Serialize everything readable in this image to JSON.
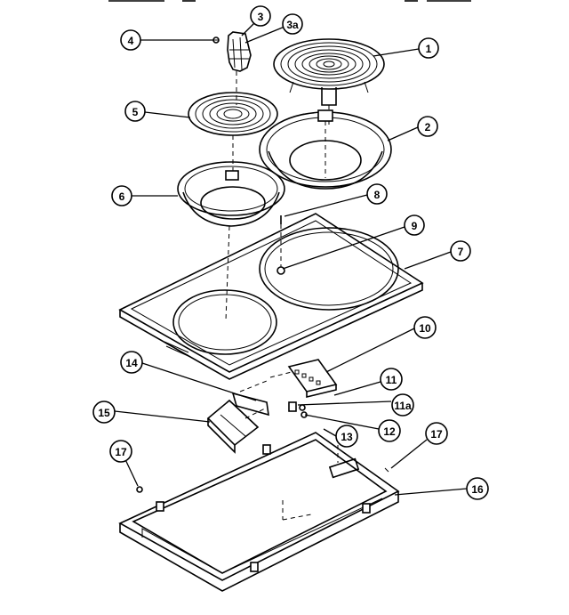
{
  "callouts": [
    {
      "id": "1",
      "label": "1"
    },
    {
      "id": "2",
      "label": "2"
    },
    {
      "id": "3",
      "label": "3"
    },
    {
      "id": "3a",
      "label": "3a"
    },
    {
      "id": "4",
      "label": "4"
    },
    {
      "id": "5",
      "label": "5"
    },
    {
      "id": "6",
      "label": "6"
    },
    {
      "id": "7",
      "label": "7"
    },
    {
      "id": "8",
      "label": "8"
    },
    {
      "id": "9",
      "label": "9"
    },
    {
      "id": "10",
      "label": "10"
    },
    {
      "id": "11",
      "label": "11"
    },
    {
      "id": "11a",
      "label": "11a"
    },
    {
      "id": "12",
      "label": "12"
    },
    {
      "id": "13",
      "label": "13"
    },
    {
      "id": "14",
      "label": "14"
    },
    {
      "id": "15",
      "label": "15"
    },
    {
      "id": "16",
      "label": "16"
    },
    {
      "id": "17a",
      "label": "17"
    },
    {
      "id": "17b",
      "label": "17"
    }
  ]
}
